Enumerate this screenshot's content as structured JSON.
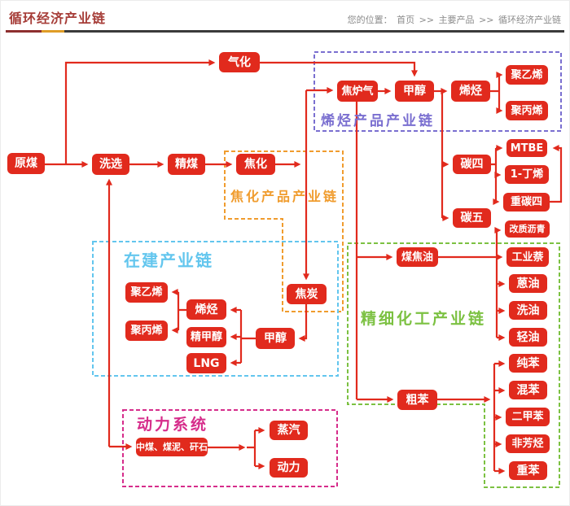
{
  "header": {
    "title": "循环经济产业链",
    "breadcrumb": {
      "prefix": "您的位置：",
      "separator": ">>",
      "items": [
        "首页",
        "主要产品",
        "循环经济产业链"
      ]
    }
  },
  "groups": {
    "olefin": {
      "label": "烯烃产品产业链",
      "color": "#7a6fd0"
    },
    "coking": {
      "label": "焦化产品产业链",
      "color": "#f09c2e"
    },
    "construction": {
      "label": "在建产业链",
      "color": "#63c6ee"
    },
    "fine_chemical": {
      "label": "精细化工产业链",
      "color": "#7cc142"
    },
    "power_system": {
      "label": "动力系统",
      "color": "#d62d8b"
    }
  },
  "accent": {
    "node_red": "#e12a1d"
  },
  "nodes": {
    "raw_coal": "原煤",
    "washing": "洗选",
    "clean_coal": "精煤",
    "coking": "焦化",
    "gasification": "气化",
    "coke_oven_gas": "焦炉气",
    "methanol_top": "甲醇",
    "olefin_top": "烯烃",
    "polyethylene_top": "聚乙烯",
    "polypropylene_top": "聚丙烯",
    "c4": "碳四",
    "mtbe": "MTBE",
    "butene1": "1-丁烯",
    "heavy_c4": "重碳四",
    "c5": "碳五",
    "modified_asphalt": "改质沥青",
    "coal_tar": "煤焦油",
    "industrial_naphthalene": "工业萘",
    "anthracene_oil": "蒽油",
    "wash_oil": "洗油",
    "light_oil": "轻油",
    "crude_benzene": "粗苯",
    "pure_benzene": "纯苯",
    "mixed_benzene": "混苯",
    "xylene": "二甲苯",
    "non_aromatics": "非芳烃",
    "heavy_benzene": "重苯",
    "coke": "焦炭",
    "methanol_low": "甲醇",
    "polyethylene_low": "聚乙烯",
    "polypropylene_low": "聚丙烯",
    "olefin_low": "烯烃",
    "refined_methanol": "精甲醇",
    "lng": "LNG",
    "middlings": "中煤、煤泥、矸石",
    "steam": "蒸汽",
    "power": "动力"
  }
}
